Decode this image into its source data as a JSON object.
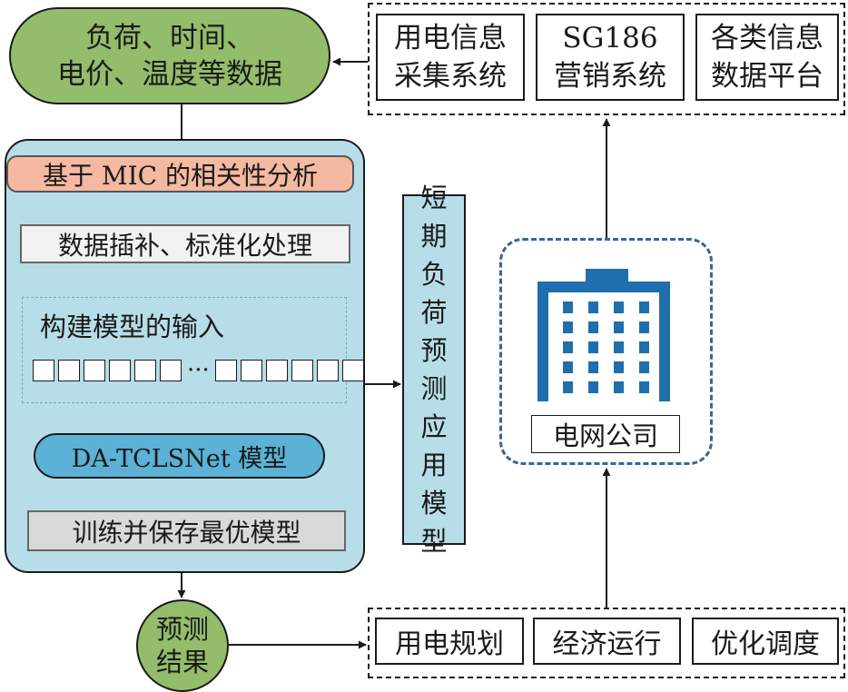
{
  "data_source": {
    "line1": "负荷、时间、",
    "line2": "电价、温度等数据"
  },
  "process": {
    "mic_analysis": "基于 MIC 的相关性分析",
    "data_fill": "数据插补、标准化处理",
    "input_title": "构建模型的输入",
    "input_ellipsis": "···",
    "model": "DA-TCLSNet 模型",
    "train": "训练并保存最优模型"
  },
  "result": {
    "line1": "预测",
    "line2": "结果"
  },
  "application_model": [
    "短",
    "期",
    "负",
    "荷",
    "预",
    "测",
    "应",
    "用",
    "模",
    "型"
  ],
  "systems": [
    {
      "line1": "用电信息",
      "line2": "采集系统"
    },
    {
      "line1": "SG186",
      "line2": "营销系统"
    },
    {
      "line1": "各类信息",
      "line2": "数据平台"
    }
  ],
  "company": {
    "label": "电网公司",
    "icon": "building-icon",
    "color": "#1f6fad"
  },
  "applications": [
    "用电规划",
    "经济运行",
    "优化调度"
  ],
  "colors": {
    "green": "#93bd6a",
    "light_blue": "#b7dde8",
    "salmon": "#f4b9a0",
    "model_blue": "#5bb1d6",
    "frame_blue": "#3a6590"
  }
}
